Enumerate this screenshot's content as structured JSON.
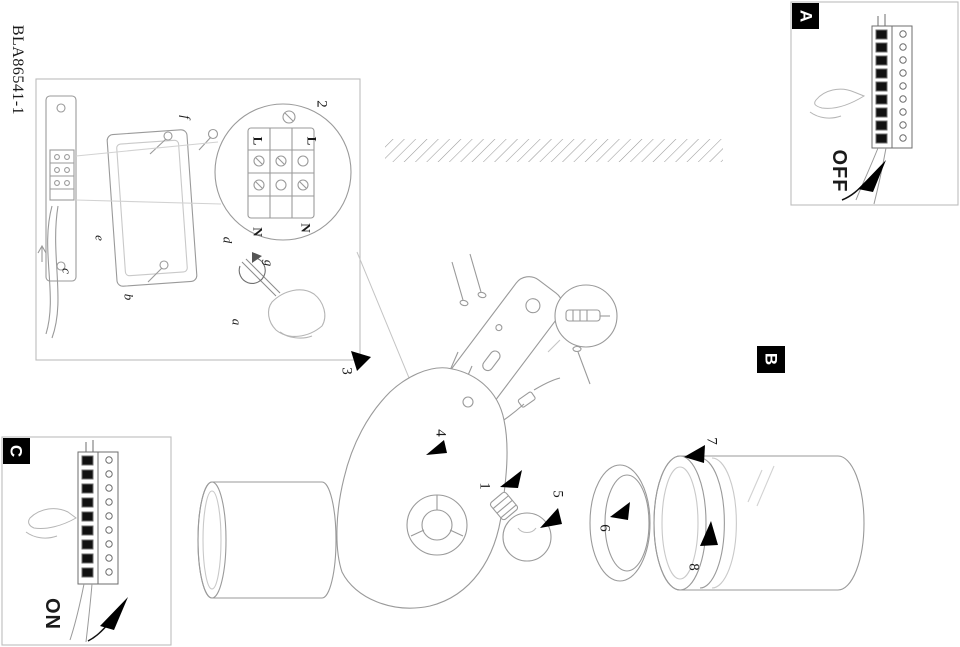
{
  "doc": {
    "code": "BLA86541-1"
  },
  "detail_panel": {
    "number": "2",
    "terminals": [
      "L",
      "L",
      "N",
      "N"
    ],
    "callouts": [
      "a",
      "b",
      "c",
      "d",
      "e",
      "f",
      "g"
    ]
  },
  "steps": [
    "1",
    "3",
    "4",
    "5",
    "6",
    "7",
    "8"
  ],
  "panels": {
    "a": {
      "label": "A",
      "state": "OFF"
    },
    "b": {
      "label": "B"
    },
    "c": {
      "label": "C",
      "state": "ON"
    }
  },
  "colors": {
    "ink": "#000000",
    "line_art": "#9a9a9a",
    "paper": "#ffffff"
  }
}
